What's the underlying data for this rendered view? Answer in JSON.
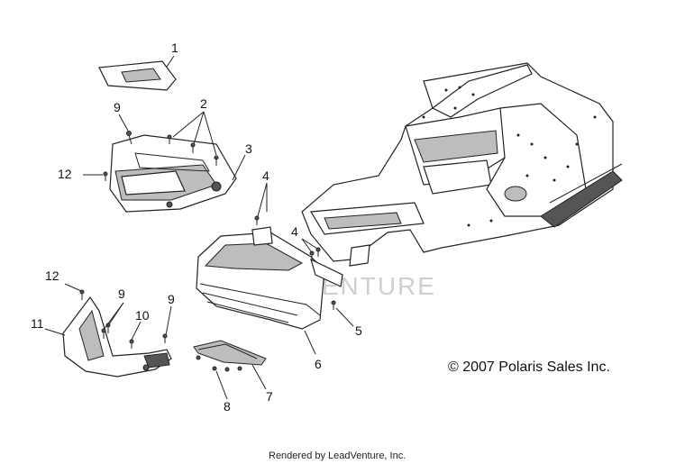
{
  "diagram": {
    "callouts": [
      "1",
      "2",
      "3",
      "4",
      "4",
      "5",
      "6",
      "7",
      "8",
      "9",
      "9",
      "9",
      "10",
      "11",
      "12",
      "12"
    ],
    "copyright": "© 2007 Polaris Sales Inc.",
    "footer": "Rendered by LeadVenture, Inc.",
    "watermark": "LEADVENTURE"
  }
}
